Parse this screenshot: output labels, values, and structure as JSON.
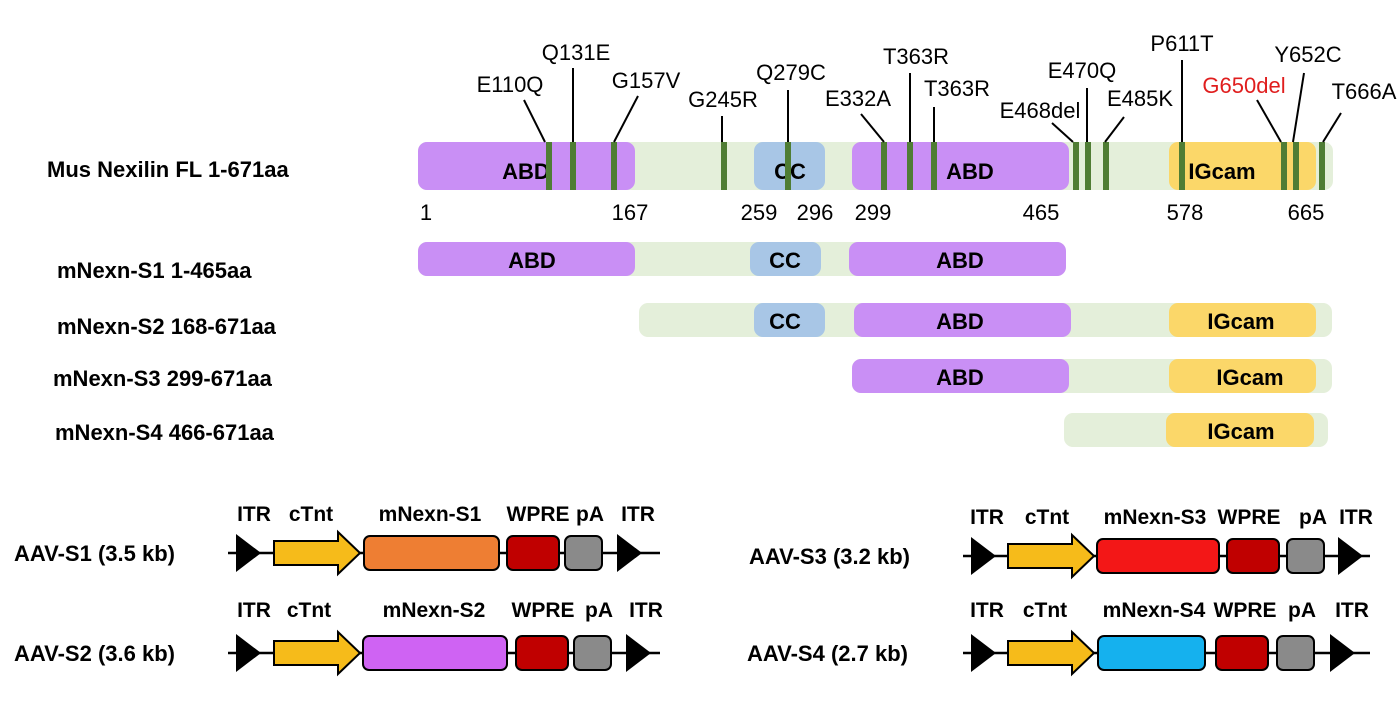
{
  "colors": {
    "backbone": "#e4efda",
    "abd": "#c98ff5",
    "cc": "#a8c6e6",
    "igcam": "#fbd769",
    "mutation_bar": "#4f7d34",
    "mutation_highlight": "#e01e1e",
    "cassette_arrow": "#f6bb1a",
    "orf_s1": "#ee7e33",
    "orf_s2": "#cf63f3",
    "orf_s3": "#f31717",
    "orf_s4": "#15b1ee",
    "wpre": "#c00000",
    "pa": "#8a8a8a",
    "itr": "#000000"
  },
  "full_length": {
    "label": "Mus Nexilin FL 1-671aa",
    "domains": [
      {
        "name": "ABD",
        "kind": "abd"
      },
      {
        "name": "CC",
        "kind": "cc"
      },
      {
        "name": "ABD",
        "kind": "abd"
      },
      {
        "name": "IGcam",
        "kind": "igcam"
      }
    ],
    "positions": [
      "1",
      "167",
      "259",
      "296",
      "299",
      "465",
      "578",
      "665"
    ],
    "mutations": [
      "E110Q",
      "Q131E",
      "G157V",
      "G245R",
      "Q279C",
      "E332A",
      "T363R",
      "T363R",
      "E468del",
      "E470Q",
      "E485K",
      "P611T",
      "G650del",
      "Y652C",
      "T666A"
    ]
  },
  "constructs": [
    {
      "label": "mNexn-S1 1-465aa",
      "domains": [
        "ABD",
        "CC",
        "ABD"
      ]
    },
    {
      "label": "mNexn-S2 168-671aa",
      "domains": [
        "CC",
        "ABD",
        "IGcam"
      ]
    },
    {
      "label": "mNexn-S3 299-671aa",
      "domains": [
        "ABD",
        "IGcam"
      ]
    },
    {
      "label": "mNexn-S4 466-671aa",
      "domains": [
        "IGcam"
      ]
    }
  ],
  "vectors": [
    {
      "name": "AAV-S1 (3.5 kb)",
      "parts": [
        "ITR",
        "cTnt",
        "mNexn-S1",
        "WPRE",
        "pA",
        "ITR"
      ]
    },
    {
      "name": "AAV-S2 (3.6 kb)",
      "parts": [
        "ITR",
        "cTnt",
        "mNexn-S2",
        "WPRE",
        "pA",
        "ITR"
      ]
    },
    {
      "name": "AAV-S3 (3.2 kb)",
      "parts": [
        "ITR",
        "cTnt",
        "mNexn-S3",
        "WPRE",
        "pA",
        "ITR"
      ]
    },
    {
      "name": "AAV-S4 (2.7 kb)",
      "parts": [
        "ITR",
        "cTnt",
        "mNexn-S4",
        "WPRE",
        "pA",
        "ITR"
      ]
    }
  ]
}
